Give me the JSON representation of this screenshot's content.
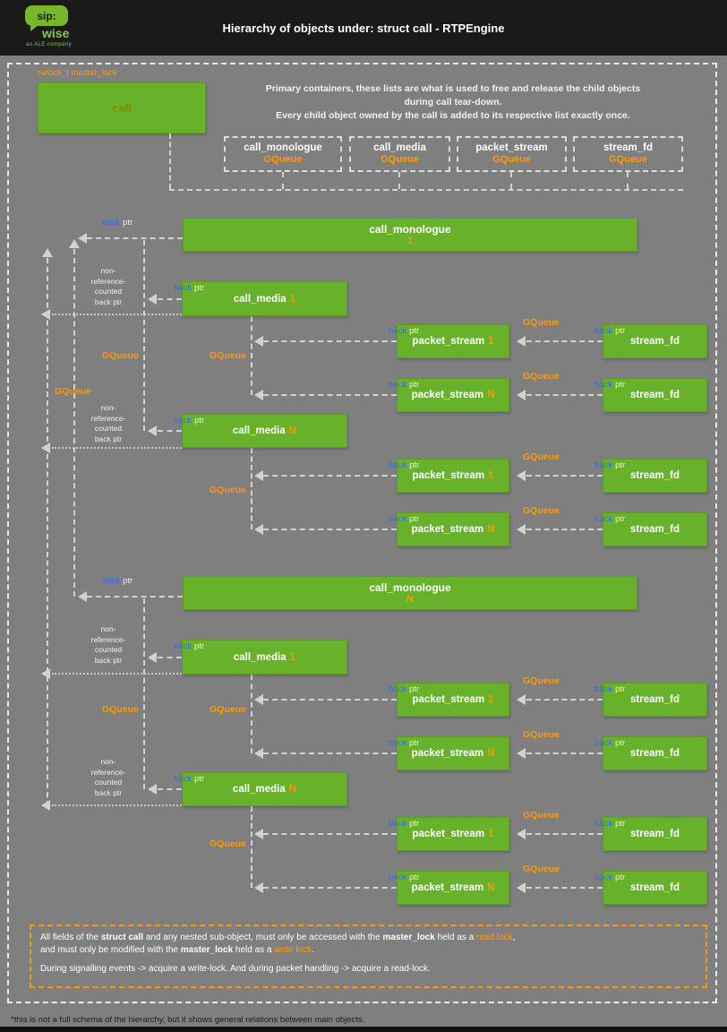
{
  "header": {
    "title": "Hierarchy of objects under: struct call - RTPEngine",
    "logo_sip": "sip:",
    "logo_wise": "wise",
    "logo_tagline": "an ALE company"
  },
  "labels": {
    "master_lock": "rwlock_t master_lock",
    "gqueue": "GQueue",
    "back": "back",
    "ptr": "ptr"
  },
  "call_label": "call",
  "intro": {
    "line1": "Primary containers, these lists are what is used to free and release the child objects",
    "line2": "during call tear-down.",
    "line3": "Every child object owned by the call is added to its respective list exactly once."
  },
  "legend": {
    "items": [
      {
        "name": "call_monologue",
        "type": "GQueue"
      },
      {
        "name": "call_media",
        "type": "GQueue"
      },
      {
        "name": "packet_stream",
        "type": "GQueue"
      },
      {
        "name": "stream_fd",
        "type": "GQueue"
      }
    ]
  },
  "nonref": {
    "l1": "non-",
    "l2": "reference-",
    "l3": "counted",
    "l4": "back ptr"
  },
  "nodes": {
    "mono_name": "call_monologue",
    "media_name": "call_media",
    "ps_name": "packet_stream",
    "sf_name": "stream_fd",
    "num1": "1",
    "numN": "N"
  },
  "note": {
    "p1a": "All fields of the ",
    "p1b": "struct call",
    "p1c": " and any nested sub-object, must only be accessed with the ",
    "p1d": "master_lock",
    "p1e": " held as a ",
    "p1f": "read lock",
    "p1g": ",",
    "p2a": "and must only be modified with the ",
    "p2b": "master_lock",
    "p2c": " held as a ",
    "p2d": "write lock",
    "p2e": ".",
    "p3": "During signalling events -> acquire a write-lock. And during packet handling -> acquire a read-lock."
  },
  "footnote": "*this is not a full schema of the hierarchy, but it shows general relations between main objects.",
  "colors": {
    "box_green": "#67b22a",
    "accent_orange": "#ff9900",
    "back_ptr_blue": "#2f6df0",
    "background_gray": "#7f7f7f",
    "header_black": "#1a1a1a"
  }
}
